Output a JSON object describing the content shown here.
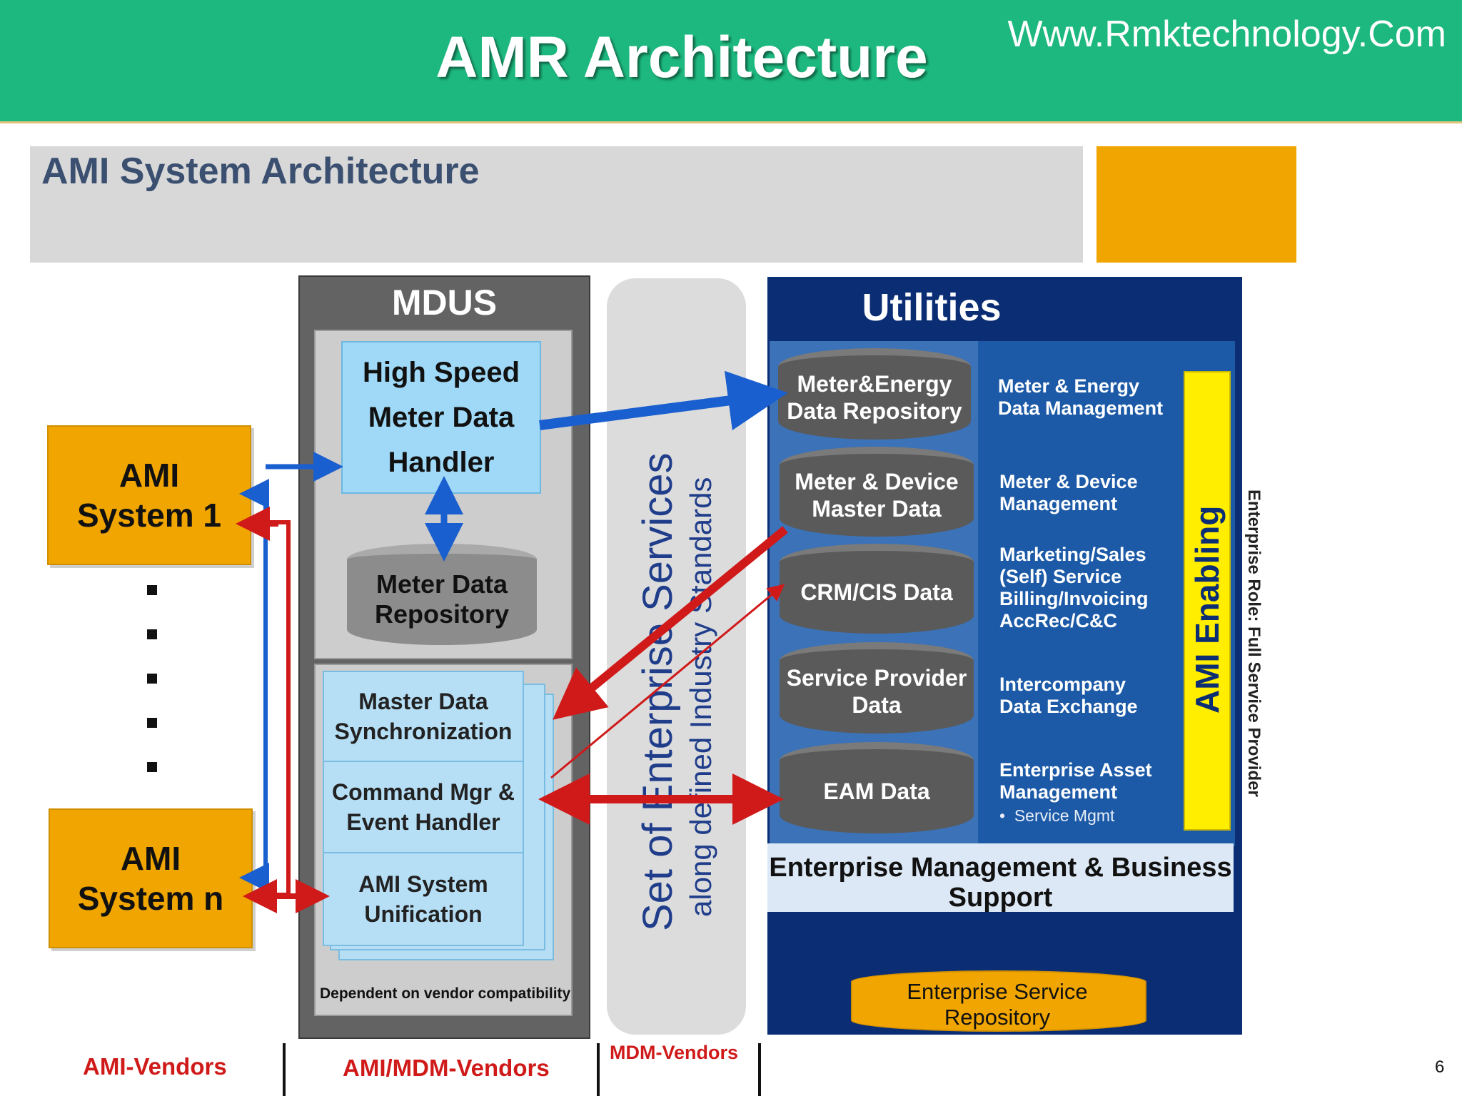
{
  "header": {
    "title": "AMR Architecture",
    "url": "Www.Rmktechnology.Com"
  },
  "banner": {
    "title": "AMI System Architecture"
  },
  "ami_systems": {
    "first": "AMI System 1",
    "last": "AMI System n"
  },
  "mdus": {
    "title": "MDUS",
    "handler": "High Speed Meter Data Handler",
    "repository": "Meter Data Repository",
    "stack": [
      "Master Data Synchronization",
      "Command Mgr & Event Handler",
      "AMI System Unification"
    ],
    "note": "Dependent on vendor compatibility"
  },
  "enterprise_services": {
    "line1": "Set of Enterprise Services",
    "line2": "along defined Industry Standards"
  },
  "utilities": {
    "title": "Utilities",
    "data_stores": [
      "Meter&Energy Data Repository",
      "Meter & Device Master Data",
      "CRM/CIS Data",
      "Service Provider Data",
      "EAM Data"
    ],
    "functions": {
      "f1": "Meter & Energy Data Management",
      "f2": "Meter & Device Management",
      "f3": "Marketing/Sales (Self) Service Billing/Invoicing AccRec/C&C",
      "f4": "Intercompany Data Exchange",
      "f5": "Enterprise Asset Management",
      "f5_bullet": "Service Mgmt"
    },
    "enabling": "AMI Enabling",
    "business_support": "Enterprise Management & Business Support",
    "service_repository": "Enterprise Service Repository"
  },
  "side_label": "Enterprise Role: Full Service Provider",
  "vendors": [
    "AMI-Vendors",
    "AMI/MDM-Vendors",
    "MDM-Vendors"
  ],
  "page_number": "6",
  "colors": {
    "header_green": "#1db87f",
    "ami_gold": "#f0a500",
    "utilities_navy": "#0b2d74",
    "arrow_red": "#d01a1a",
    "arrow_blue": "#1a5fd0",
    "enabling_yellow": "#ffee00"
  }
}
